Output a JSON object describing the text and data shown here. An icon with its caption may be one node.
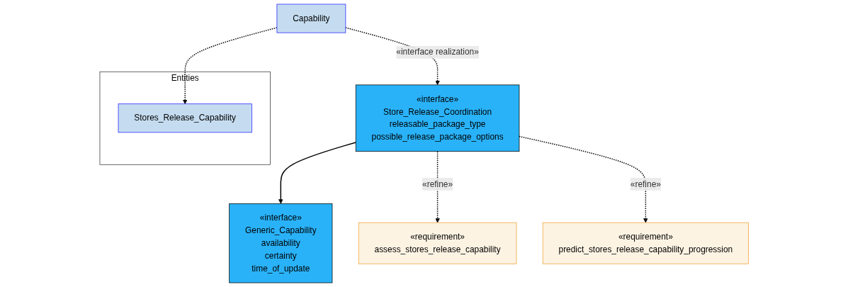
{
  "diagram": {
    "nodes": [
      {
        "text": [
          "«interface»",
          "Generic_Capability",
          "availability",
          "certainty",
          "time_of_update"
        ]
      },
      {
        "text": [
          "«interface»",
          "Store_Release_Coordination",
          "releasable_package_type",
          "possible_release_package_options"
        ]
      },
      {
        "text": [
          "«requirement»",
          "assess_stores_release_capability"
        ]
      },
      {
        "text": [
          "«requirement»",
          "predict_stores_release_capability_progression"
        ]
      },
      {
        "text": [
          "Capability"
        ]
      },
      {
        "text": [
          "Entities"
        ]
      },
      {
        "text": [
          "Stores_Release_Capability"
        ],
        "in": 5
      }
    ],
    "edges": [
      {
        "from": 1,
        "to": 0,
        "arrow": "to"
      },
      {
        "from": 4,
        "to": 1,
        "arrow": "to",
        "label": "«interface realization»",
        "style": "dashed"
      },
      {
        "from": 1,
        "to": 2,
        "arrow": "to",
        "label": "«refine»",
        "style": "dashed"
      },
      {
        "from": 1,
        "to": 3,
        "arrow": "to",
        "label": "«refine»",
        "style": "dashed"
      },
      {
        "from": 4,
        "to": 6,
        "arrow": "to",
        "style": "dashed"
      }
    ]
  }
}
